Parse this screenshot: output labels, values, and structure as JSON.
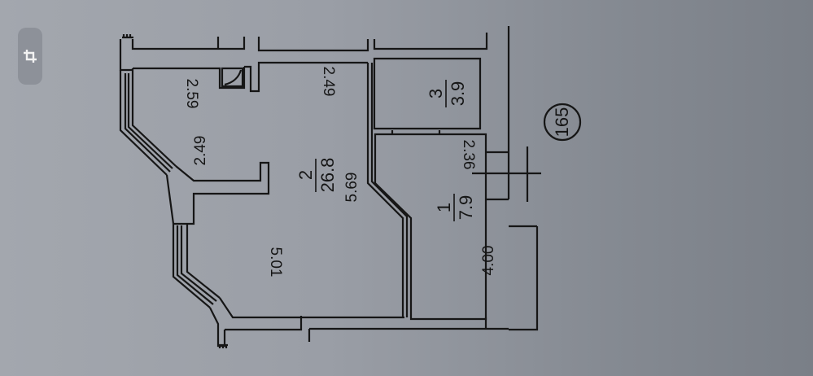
{
  "toolbar": {
    "crop_icon": "crop-icon"
  },
  "plan": {
    "rooms": [
      {
        "number": "1",
        "area": "7.9"
      },
      {
        "number": "2",
        "area": "26.8"
      },
      {
        "number": "3",
        "area": "3.9"
      }
    ],
    "dimensions": {
      "room2_top_left": "2.59",
      "room2_top_right": "2.49",
      "room2_window_top": "2.49",
      "room2_length": "5.69",
      "room2_bottom": "5.01",
      "room1_width": "2.36",
      "room1_length": "4.00"
    },
    "apartment_number": "165"
  },
  "colors": {
    "line": "#161616",
    "background": "#9a9ea6"
  }
}
